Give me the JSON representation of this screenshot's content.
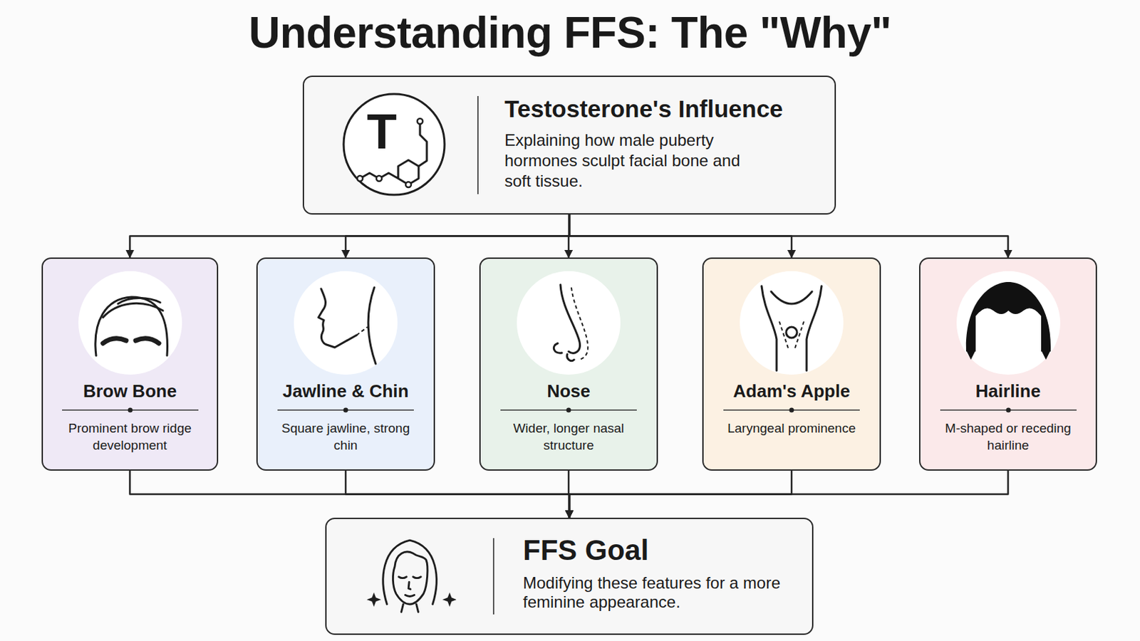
{
  "diagram": {
    "title": "Understanding FFS: The \"Why\"",
    "nodes": [
      {
        "text": [
          "Testosterone's Influence",
          "Explaining how male puberty hormones sculpt facial bone and soft tissue."
        ]
      },
      {
        "text": [
          "Brow Bone",
          "Prominent brow ridge development"
        ]
      },
      {
        "text": [
          "Jawline & Chin",
          "Square jawline, strong chin"
        ]
      },
      {
        "text": [
          "Nose",
          "Wider, longer nasal structure"
        ]
      },
      {
        "text": [
          "Adam's Apple",
          "Laryngeal prominence"
        ]
      },
      {
        "text": [
          "Hairline",
          "M-shaped or receding hairline"
        ]
      },
      {
        "text": [
          "FFS Goal",
          "Modifying these features for a more feminine appearance."
        ]
      }
    ],
    "edges": [
      {
        "from": 0,
        "to": 1,
        "arrow": "to"
      },
      {
        "from": 0,
        "to": 2,
        "arrow": "to"
      },
      {
        "from": 0,
        "to": 3,
        "arrow": "to"
      },
      {
        "from": 0,
        "to": 4,
        "arrow": "to"
      },
      {
        "from": 0,
        "to": 5,
        "arrow": "to"
      },
      {
        "from": 1,
        "to": 6,
        "arrow": "to"
      },
      {
        "from": 2,
        "to": 6,
        "arrow": "to"
      },
      {
        "from": 3,
        "to": 6,
        "arrow": "to"
      },
      {
        "from": 4,
        "to": 6,
        "arrow": "to"
      },
      {
        "from": 5,
        "to": 6,
        "arrow": "to"
      }
    ],
    "labels": [
      "T"
    ]
  }
}
